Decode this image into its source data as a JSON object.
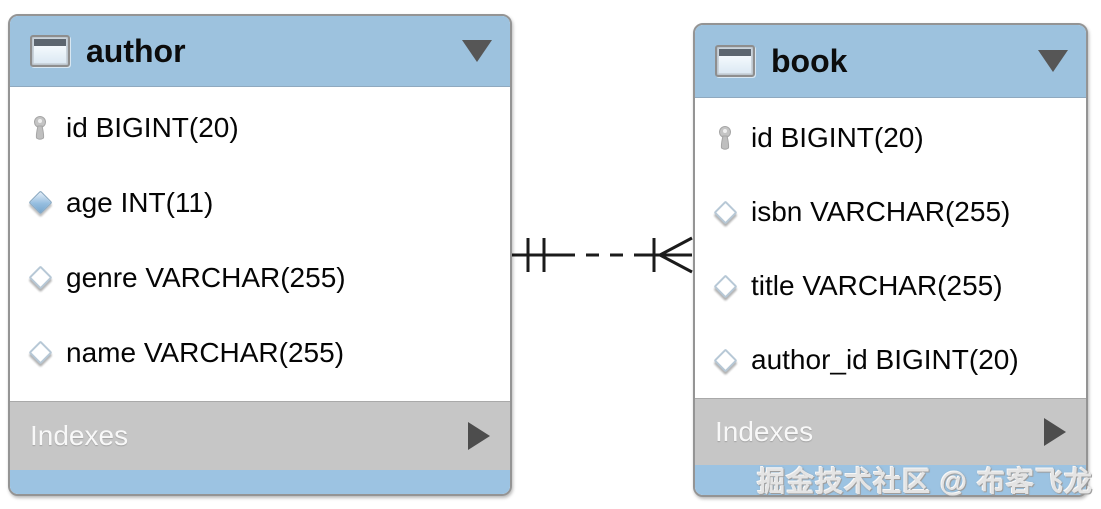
{
  "watermark": "掘金技术社区 @ 布客飞龙",
  "tables": [
    {
      "name": "author",
      "icon": "table-icon",
      "collapse_icon": "triangle-down",
      "columns": [
        {
          "label": "id BIGINT(20)",
          "icon": "primary-key"
        },
        {
          "label": "age INT(11)",
          "icon": "diamond-filled-notnull"
        },
        {
          "label": "genre VARCHAR(255)",
          "icon": "diamond-hollow-nullable"
        },
        {
          "label": "name VARCHAR(255)",
          "icon": "diamond-hollow-nullable"
        }
      ],
      "indexes_label": "Indexes",
      "expand_icon": "triangle-right"
    },
    {
      "name": "book",
      "icon": "table-icon",
      "collapse_icon": "triangle-down",
      "columns": [
        {
          "label": "id BIGINT(20)",
          "icon": "primary-key"
        },
        {
          "label": "isbn VARCHAR(255)",
          "icon": "diamond-hollow-nullable"
        },
        {
          "label": "title VARCHAR(255)",
          "icon": "diamond-hollow-nullable"
        },
        {
          "label": "author_id BIGINT(20)",
          "icon": "diamond-hollow-nullable"
        }
      ],
      "indexes_label": "Indexes",
      "expand_icon": "triangle-right"
    }
  ],
  "relationship": {
    "from_table": "author",
    "from_cardinality": "exactly-one (double bar)",
    "to_table": "book",
    "to_cardinality": "one-or-many (bar + crow-foot)",
    "line_style": "dashed (non-identifying)"
  },
  "colors": {
    "table_header_blue": "#9dc2de",
    "table_footer_blue": "#9cc3e2",
    "indexes_bar_gray": "#c6c6c6",
    "card_border_gray": "#949494",
    "relationship_line": "#1b1b1b",
    "indexes_text": "#f8f8f8",
    "column_text": "#050505"
  }
}
